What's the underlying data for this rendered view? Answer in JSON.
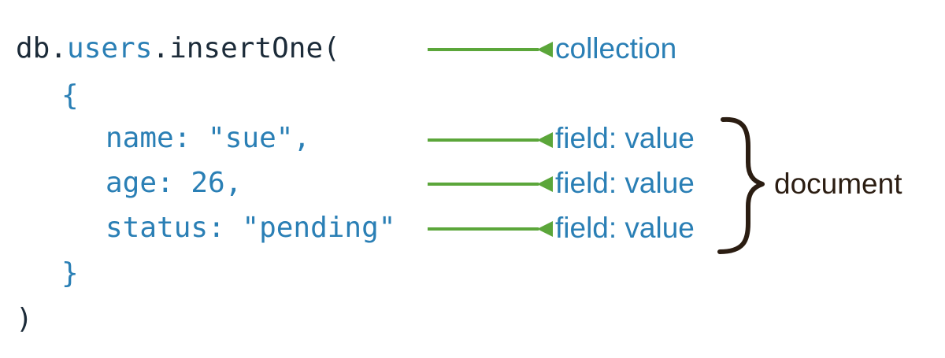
{
  "colors": {
    "code_dark": "#1c2b39",
    "code_blue": "#2a7fb5",
    "label_blue": "#2a7fb5",
    "arrow_green": "#5ba63a",
    "brace_dark": "#2b1d12",
    "doc_dark": "#2b1d12"
  },
  "code": {
    "line1_db": "db.",
    "line1_users": "users",
    "line1_insert": ".insertOne(",
    "open_brace": "{",
    "field_name": "name: \"sue\",",
    "field_age": "age: 26,",
    "field_status": "status: \"pending\"",
    "close_brace": "}",
    "close_paren": ")"
  },
  "annotations": {
    "collection": "collection",
    "field_value_1": "field: value",
    "field_value_2": "field: value",
    "field_value_3": "field: value",
    "document": "document"
  },
  "icons": {
    "arrows": "left-arrow-icon",
    "brace": "right-curly-brace-icon"
  }
}
